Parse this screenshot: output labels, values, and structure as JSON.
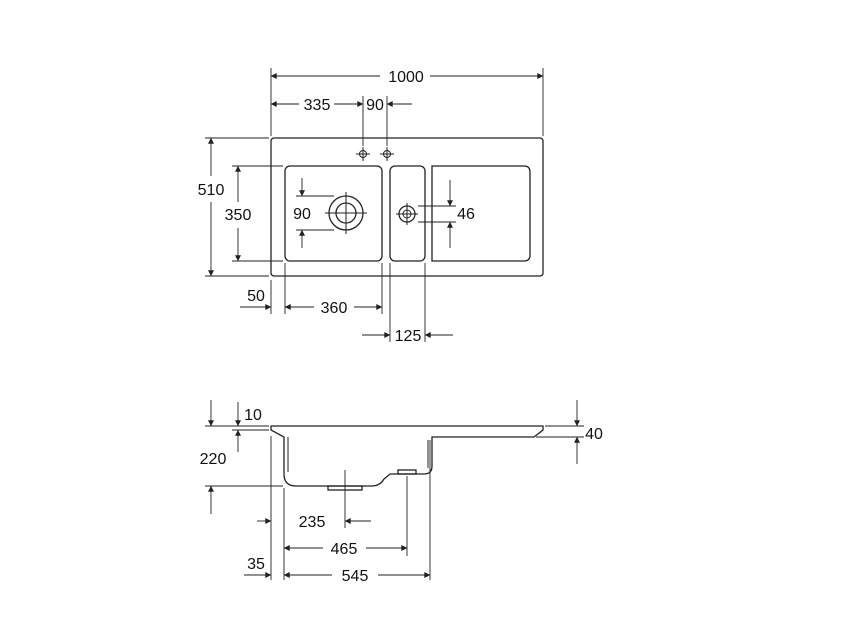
{
  "plan_view": {
    "dimensions": {
      "overall_width": "1000",
      "tap_offset": "335",
      "tap_spacing": "90",
      "overall_depth": "510",
      "bowl_depth": "350",
      "main_drain": "90",
      "small_drain": "46",
      "edge_margin": "50",
      "main_bowl_width": "360",
      "small_bowl_width": "125"
    }
  },
  "section_view": {
    "dimensions": {
      "rim_thickness": "10",
      "total_height": "220",
      "drainboard_height": "40",
      "drain_offset": "235",
      "small_drain_offset": "465",
      "bowl_span": "545",
      "front_offset": "35"
    }
  }
}
